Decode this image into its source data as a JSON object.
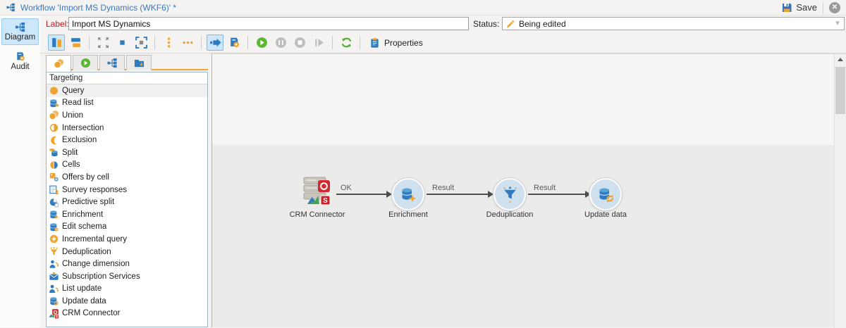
{
  "window": {
    "title": "Workflow 'Import MS Dynamics (WKF6)' *",
    "save_label": "Save",
    "close_icon": "close-icon"
  },
  "nav": {
    "items": [
      {
        "label": "Diagram",
        "icon": "workflow-icon",
        "selected": true
      },
      {
        "label": "Audit",
        "icon": "audit-icon",
        "selected": false
      }
    ]
  },
  "form": {
    "label_caption": "Label:",
    "label_value": "Import MS Dynamics",
    "status_caption": "Status:",
    "status_value": "Being edited",
    "status_icon": "pencil-icon"
  },
  "toolbar": {
    "properties_label": "Properties",
    "buttons": [
      {
        "icon": "layout-columns-icon",
        "selected": true
      },
      {
        "icon": "layout-rows-icon"
      },
      {
        "icon": "fit-to-window-icon"
      },
      {
        "icon": "actual-size-icon"
      },
      {
        "icon": "zoom-selection-icon"
      },
      {
        "icon": "dots-vertical-icon"
      },
      {
        "icon": "dots-horizontal-icon"
      },
      {
        "icon": "arrow-right-icon",
        "selected": true
      },
      {
        "icon": "audit-flag-icon"
      },
      {
        "icon": "play-icon"
      },
      {
        "icon": "pause-icon",
        "disabled": true
      },
      {
        "icon": "stop-icon",
        "disabled": true
      },
      {
        "icon": "step-icon",
        "disabled": true
      },
      {
        "icon": "refresh-icon"
      }
    ]
  },
  "palette": {
    "tabs": [
      {
        "icon": "targeting-circles-icon",
        "selected": true
      },
      {
        "icon": "play-circle-icon"
      },
      {
        "icon": "workflow-icon"
      },
      {
        "icon": "folder-import-icon"
      }
    ],
    "header": "Targeting",
    "items": [
      {
        "label": "Query",
        "icon": "query",
        "selected": true
      },
      {
        "label": "Read list",
        "icon": "read-list"
      },
      {
        "label": "Union",
        "icon": "union"
      },
      {
        "label": "Intersection",
        "icon": "intersection"
      },
      {
        "label": "Exclusion",
        "icon": "exclusion"
      },
      {
        "label": "Split",
        "icon": "split"
      },
      {
        "label": "Cells",
        "icon": "cells"
      },
      {
        "label": "Offers by cell",
        "icon": "offers-by-cell"
      },
      {
        "label": "Survey responses",
        "icon": "survey-responses"
      },
      {
        "label": "Predictive split",
        "icon": "predictive-split"
      },
      {
        "label": "Enrichment",
        "icon": "enrichment"
      },
      {
        "label": "Edit schema",
        "icon": "edit-schema"
      },
      {
        "label": "Incremental query",
        "icon": "incremental-query"
      },
      {
        "label": "Deduplication",
        "icon": "deduplication"
      },
      {
        "label": "Change dimension",
        "icon": "change-dimension"
      },
      {
        "label": "Subscription Services",
        "icon": "subscription-services"
      },
      {
        "label": "List update",
        "icon": "list-update"
      },
      {
        "label": "Update data",
        "icon": "update-data"
      },
      {
        "label": "CRM Connector",
        "icon": "crm-connector"
      }
    ]
  },
  "canvas": {
    "nodes": [
      {
        "label": "CRM Connector",
        "icon": "crm-connector"
      },
      {
        "label": "Enrichment",
        "icon": "enrichment"
      },
      {
        "label": "Deduplication",
        "icon": "deduplication"
      },
      {
        "label": "Update data",
        "icon": "update-data"
      }
    ],
    "transitions": [
      {
        "label": "OK"
      },
      {
        "label": "Result"
      },
      {
        "label": "Result"
      }
    ]
  },
  "colors": {
    "accent_blue": "#2e7bc0",
    "accent_orange": "#f0a22e",
    "label_red": "#c11d1d",
    "selection_blue": "#cde7fa",
    "play_green": "#5cb832",
    "node_fill": "#cfe0ef"
  }
}
